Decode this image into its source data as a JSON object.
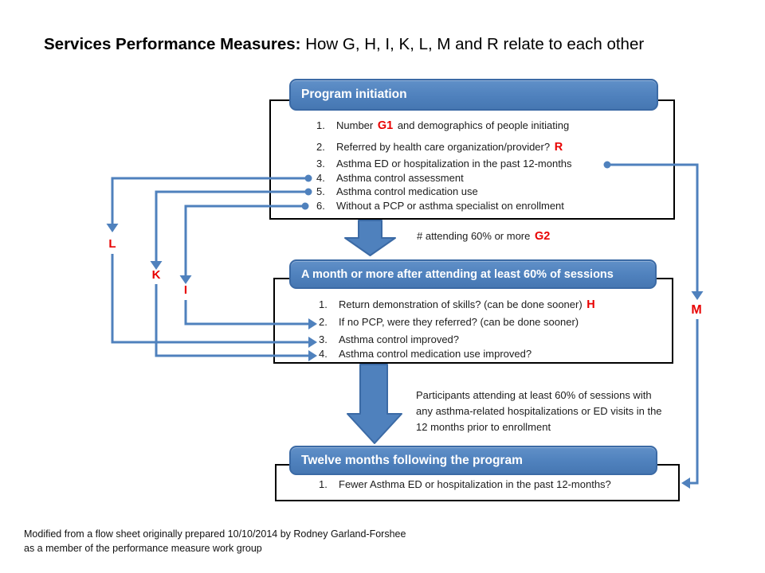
{
  "title": {
    "bold": "Services Performance Measures:",
    "rest": " How G, H, I, K, L, M and R relate to each other"
  },
  "colors": {
    "flow_blue": "#4f81bd",
    "header_border": "#3b6aa5",
    "tag_red": "#e80000",
    "box_border": "#000000"
  },
  "boxes": {
    "box1": {
      "header": "Program initiation",
      "items": [
        {
          "num": "1.",
          "pre": "Number ",
          "tag": "G1",
          "post": " and demographics of people initiating"
        },
        {
          "num": "2.",
          "pre": "Referred by health care organization/provider? ",
          "tag": "R",
          "post": ""
        },
        {
          "num": "3.",
          "pre": "Asthma ED or hospitalization in the past 12-months",
          "tag": "",
          "post": ""
        },
        {
          "num": "4.",
          "pre": "Asthma control assessment",
          "tag": "",
          "post": ""
        },
        {
          "num": "5.",
          "pre": "Asthma control medication use",
          "tag": "",
          "post": ""
        },
        {
          "num": "6.",
          "pre": "Without a PCP or asthma specialist on enrollment",
          "tag": "",
          "post": ""
        }
      ]
    },
    "box2": {
      "header": "A month or more after attending at least 60% of sessions",
      "items": [
        {
          "num": "1.",
          "pre": "Return demonstration of skills? (can be done sooner) ",
          "tag": "H",
          "post": ""
        },
        {
          "num": "2.",
          "pre": "If no PCP, were they referred? (can be done sooner)",
          "tag": "",
          "post": ""
        },
        {
          "num": "3.",
          "pre": "Asthma control improved?",
          "tag": "",
          "post": ""
        },
        {
          "num": "4.",
          "pre": "Asthma control medication use improved?",
          "tag": "",
          "post": ""
        }
      ]
    },
    "box3": {
      "header": "Twelve months following the program",
      "items": [
        {
          "num": "1.",
          "pre": "Fewer Asthma ED or hospitalization in the past 12-months?",
          "tag": "",
          "post": ""
        }
      ]
    }
  },
  "captions": {
    "arrow1_pre": "# attending 60% or more ",
    "arrow1_tag": "G2",
    "arrow2": "Participants attending at least 60% of sessions with any asthma-related hospitalizations or ED visits in the 12 months prior to enrollment"
  },
  "connector_labels": {
    "L": "L",
    "K": "K",
    "I": "I",
    "M": "M"
  },
  "footer": {
    "line1": "Modified from a flow sheet originally prepared 10/10/2014 by Rodney Garland-Forshee",
    "line2": "as a member of the performance measure work group"
  }
}
